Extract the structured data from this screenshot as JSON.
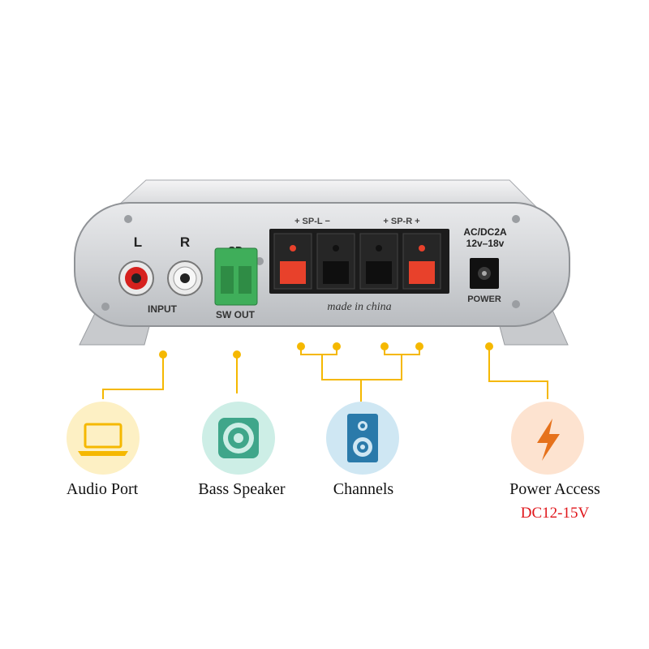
{
  "device": {
    "jack_left_label": "L",
    "jack_right_label": "R",
    "input_label": "INPUT",
    "sp_label": "SP",
    "sw_out_label": "SW OUT",
    "spk_left_label": "+ SP-L −",
    "spk_right_label": "+ SP-R +",
    "made_in": "made in china",
    "power_spec_line1": "AC/DC2A",
    "power_spec_line2": "12v–18v",
    "power_label": "POWER"
  },
  "features": [
    {
      "label": "Audio Port",
      "icon": "laptop-icon"
    },
    {
      "label": "Bass Speaker",
      "icon": "speaker-cone-icon"
    },
    {
      "label": "Channels",
      "icon": "speaker-box-icon"
    },
    {
      "label": "Power Access",
      "sub_label": "DC12-15V",
      "icon": "lightning-icon"
    }
  ],
  "colors": {
    "accent": "#f5b800",
    "circle_yellow": "#fdf0c4",
    "circle_teal": "#cdeee6",
    "circle_blue": "#cfe7f3",
    "circle_peach": "#fde3d0",
    "sub_label": "#e0161b",
    "terminal_green": "#3fae5a",
    "terminal_red": "#e8412b"
  }
}
